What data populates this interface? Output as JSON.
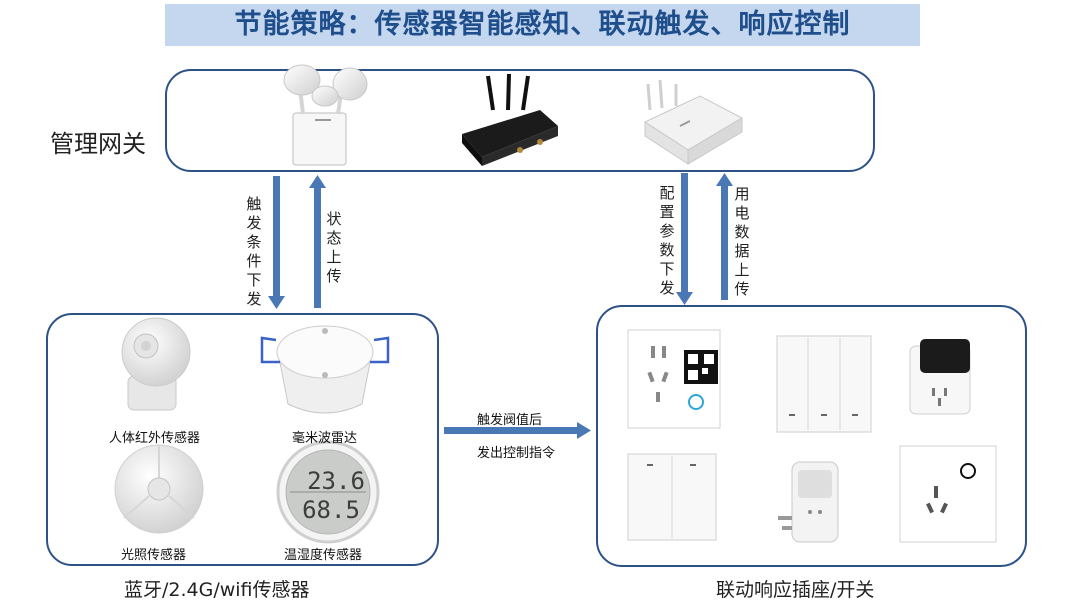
{
  "header": {
    "title": "节能策略：传感器智能感知、联动触发、响应控制"
  },
  "gateway": {
    "label": "管理网关"
  },
  "arrows": {
    "trigger_down": "触发条件下发",
    "status_up": "状态上传",
    "config_down": "配置参数下发",
    "power_up": "用电数据上传",
    "control_line1": "触发阀值后",
    "control_line2": "发出控制指令"
  },
  "sensors": {
    "group_label": "蓝牙/2.4G/wifi传感器",
    "items": [
      {
        "label": "人体红外传感器"
      },
      {
        "label": "毫米波雷达"
      },
      {
        "label": "光照传感器"
      },
      {
        "label": "温湿度传感器"
      }
    ],
    "thermo_readings": [
      "23.6",
      "68.5"
    ]
  },
  "switches": {
    "group_label": "联动响应插座/开关"
  },
  "colors": {
    "accent": "#4a78b5",
    "title": "#1f4e8c",
    "title_bg": "#c5d7ee",
    "panel_border": "#2e5287"
  }
}
